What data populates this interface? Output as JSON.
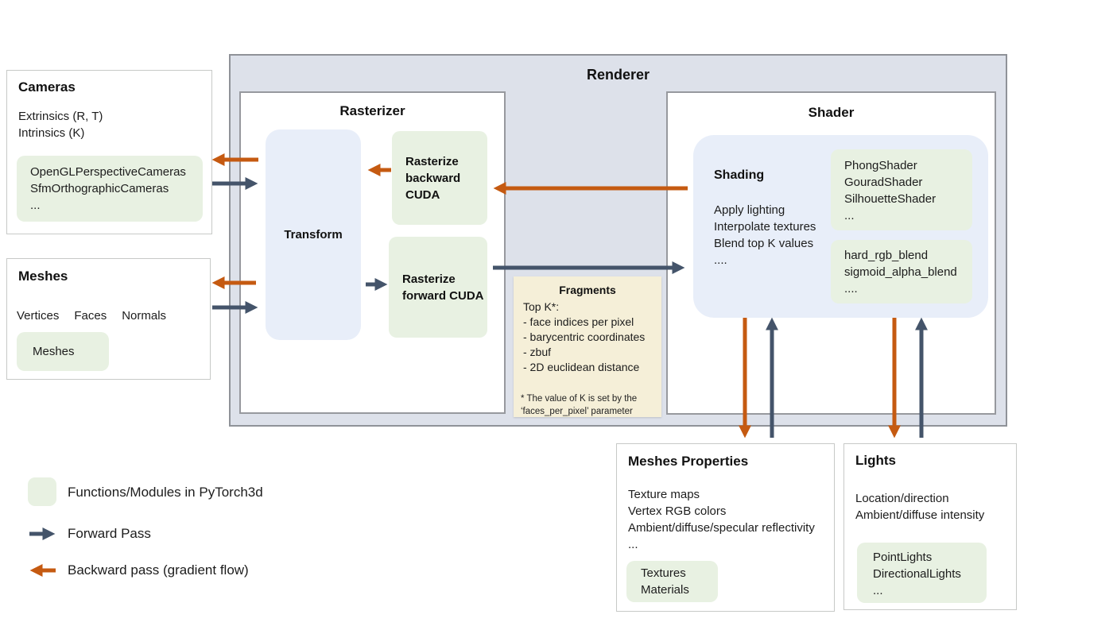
{
  "colors": {
    "forward_arrow": "#44546a",
    "backward_arrow": "#c55a11",
    "module_green": "#e8f1e2",
    "panel_blue": "#e8eef9",
    "renderer_bg": "#dde1ea",
    "fragments_bg": "#f5efd8"
  },
  "renderer": {
    "title": "Renderer"
  },
  "rasterizer": {
    "title": "Rasterizer",
    "transform_label": "Transform",
    "backward_module": "Rasterize backward CUDA",
    "forward_module": "Rasterize forward CUDA"
  },
  "fragments": {
    "title": "Fragments",
    "lines": [
      "Top K*:",
      "- face indices per pixel",
      "- barycentric coordinates",
      "- zbuf",
      "- 2D euclidean distance"
    ],
    "footnote": [
      "* The value of K is set by the",
      "‘faces_per_pixel’ parameter"
    ]
  },
  "shader": {
    "title": "Shader",
    "shading_title": "Shading",
    "shading_lines": [
      "Apply lighting",
      "Interpolate textures",
      "Blend top K values",
      "...."
    ],
    "shaders_module": [
      "PhongShader",
      "GouradShader",
      "SilhouetteShader",
      "..."
    ],
    "blend_module": [
      "hard_rgb_blend",
      "sigmoid_alpha_blend",
      "...."
    ]
  },
  "cameras": {
    "title": "Cameras",
    "lines": [
      "Extrinsics (R, T)",
      "Intrinsics (K)"
    ],
    "module_lines": [
      "OpenGLPerspectiveCameras",
      "SfmOrthographicCameras",
      "..."
    ]
  },
  "meshes": {
    "title": "Meshes",
    "fields": [
      "Vertices",
      "Faces",
      "Normals"
    ],
    "module_label": "Meshes"
  },
  "meshes_properties": {
    "title": "Meshes Properties",
    "lines": [
      "Texture maps",
      "Vertex RGB colors",
      "Ambient/diffuse/specular reflectivity",
      "..."
    ],
    "module_lines": [
      "Textures",
      "Materials"
    ]
  },
  "lights": {
    "title": "Lights",
    "lines": [
      "Location/direction",
      "Ambient/diffuse intensity"
    ],
    "module_lines": [
      "PointLights",
      "DirectionalLights",
      "..."
    ]
  },
  "legend": {
    "module_label": "Functions/Modules in PyTorch3d",
    "forward_label": "Forward Pass",
    "backward_label": "Backward pass (gradient flow)"
  }
}
